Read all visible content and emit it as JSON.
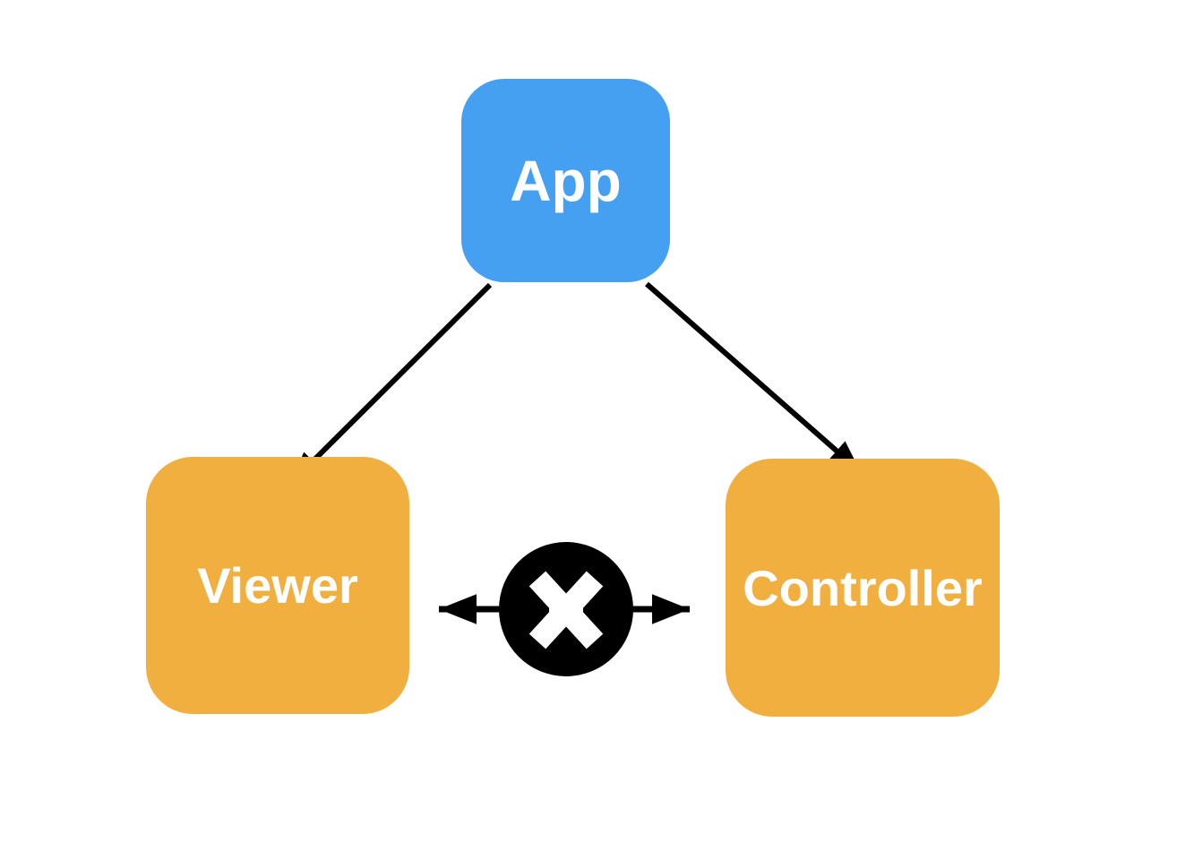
{
  "diagram": {
    "nodes": [
      {
        "id": "app",
        "label": "App",
        "color": "#45A0F2",
        "shape": "rounded-square"
      },
      {
        "id": "viewer",
        "label": "Viewer",
        "color": "#F1AF3F",
        "shape": "rounded-square"
      },
      {
        "id": "controller",
        "label": "Controller",
        "color": "#F1AF3F",
        "shape": "rounded-square"
      }
    ],
    "edges": [
      {
        "from": "app",
        "to": "viewer",
        "style": "solid",
        "arrowhead": "end"
      },
      {
        "from": "app",
        "to": "controller",
        "style": "solid",
        "arrowhead": "end"
      },
      {
        "from": "viewer",
        "to": "controller",
        "style": "solid",
        "arrowhead": "both",
        "badge": "no-communication-icon"
      }
    ],
    "badge": {
      "icon": "no-communication-icon",
      "glyph": "x-cross",
      "background": "#000000",
      "glyph_color": "#FFFFFF"
    },
    "colors": {
      "node_app": "#45A0F2",
      "node_secondary": "#F1AF3F",
      "arrow": "#000000",
      "background": "#FFFFFF",
      "label": "#FFFFFF"
    }
  }
}
